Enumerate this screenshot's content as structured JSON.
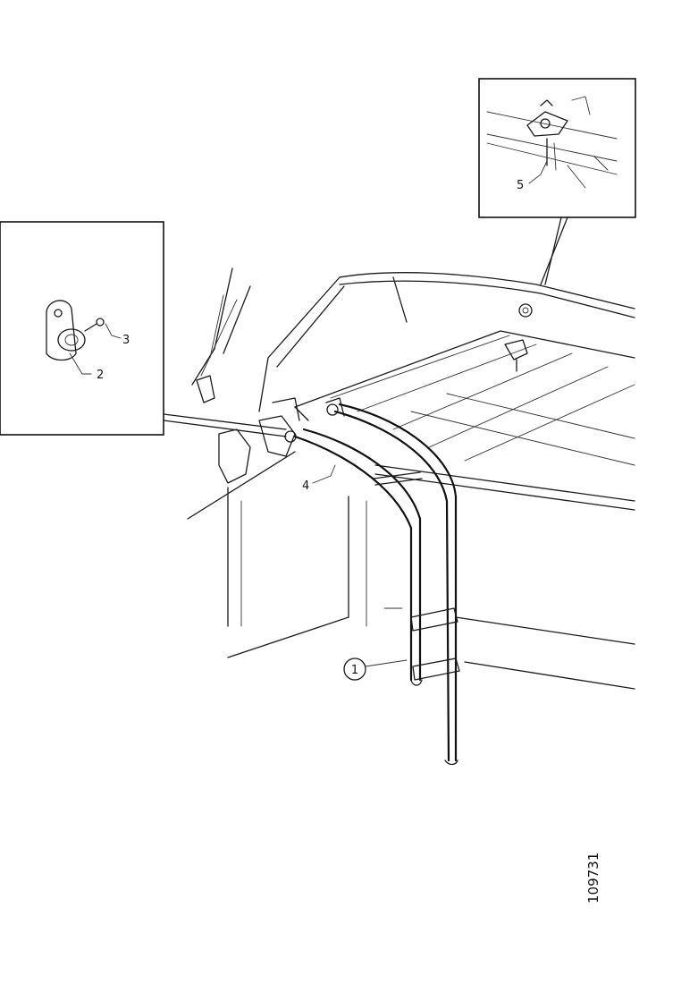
{
  "callouts": {
    "c1": "1",
    "c2": "2",
    "c3": "3",
    "c4": "4",
    "c5": "5"
  },
  "figure_number": "109731",
  "colors": {
    "line": "#1a1a1a",
    "background": "#ffffff"
  }
}
